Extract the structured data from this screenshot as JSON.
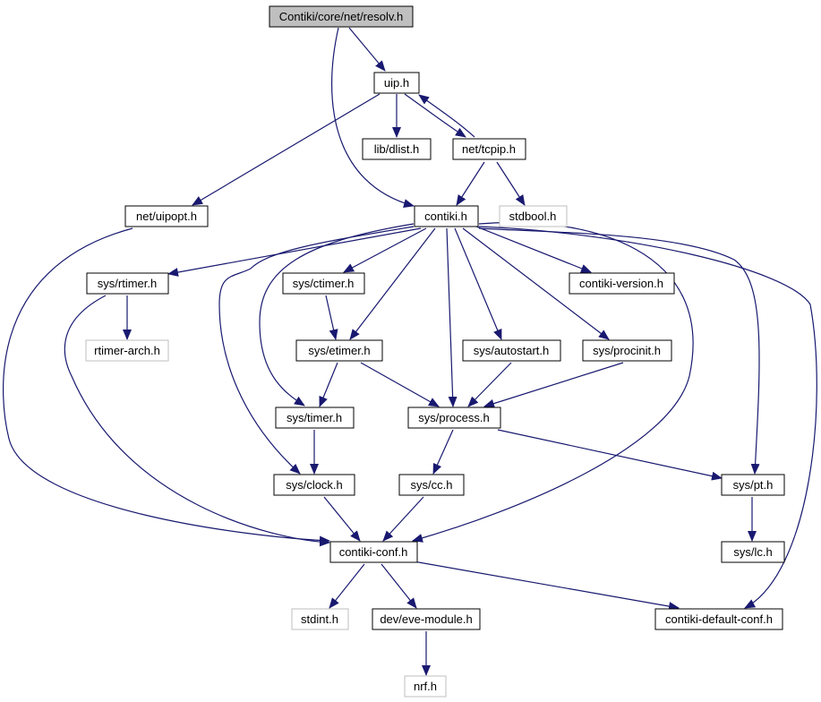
{
  "colors": {
    "edge": "#191970",
    "box_border": "#000000",
    "box_border_external": "#bfbfbf",
    "root_fill": "#bfbfbf",
    "box_fill": "#ffffff",
    "text": "#000000"
  },
  "nodes": {
    "root": "Contiki/core/net/resolv.h",
    "uip": "uip.h",
    "dlist": "lib/dlist.h",
    "tcpip": "net/tcpip.h",
    "uipopt": "net/uipopt.h",
    "contiki": "contiki.h",
    "stdbool": "stdbool.h",
    "rtimer": "sys/rtimer.h",
    "ctimer": "sys/ctimer.h",
    "version": "contiki-version.h",
    "rtimerarch": "rtimer-arch.h",
    "etimer": "sys/etimer.h",
    "autostart": "sys/autostart.h",
    "procinit": "sys/procinit.h",
    "timer": "sys/timer.h",
    "process": "sys/process.h",
    "clock": "sys/clock.h",
    "cc": "sys/cc.h",
    "pt": "sys/pt.h",
    "conf": "contiki-conf.h",
    "lc": "sys/lc.h",
    "stdint": "stdint.h",
    "eve": "dev/eve-module.h",
    "defconf": "contiki-default-conf.h",
    "nrf": "nrf.h"
  }
}
